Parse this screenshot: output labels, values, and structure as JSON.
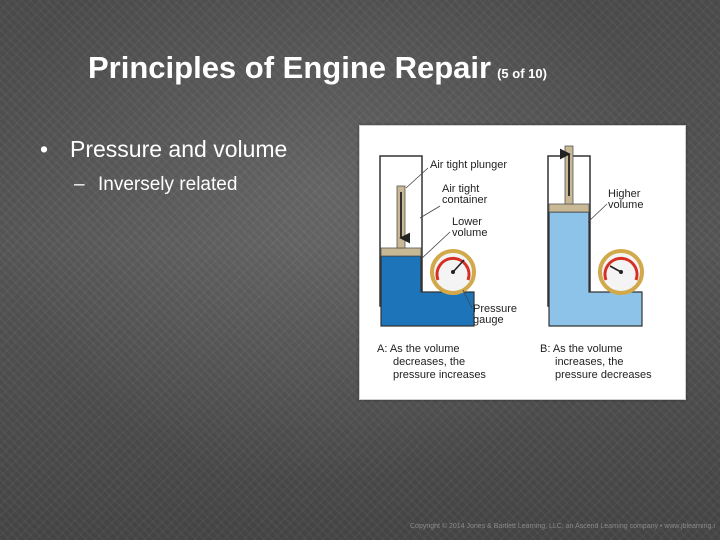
{
  "slide": {
    "title": "Principles of Engine Repair",
    "title_sub": "(5 of 10)",
    "bullets": [
      {
        "text": "Pressure and volume",
        "sub": [
          "Inversely related"
        ]
      }
    ],
    "bullet_glyph": "•",
    "sub_glyph": "–"
  },
  "figure": {
    "labels": {
      "plunger": "Air tight plunger",
      "container_1": "Air tight",
      "container_2": "container",
      "lower_1": "Lower",
      "lower_2": "volume",
      "higher_1": "Higher",
      "higher_2": "volume",
      "gauge_1": "Pressure",
      "gauge_2": "gauge"
    },
    "captions": {
      "a": [
        "A: As the volume",
        "decreases, the",
        "pressure increases"
      ],
      "b": [
        "B: As the volume",
        "increases, the",
        "pressure decreases"
      ]
    },
    "colors": {
      "dark_fluid": "#1d74b8",
      "light_fluid": "#8ec3e9",
      "plunger": "#c9b894",
      "gauge_ring": "#d2a94a"
    }
  },
  "footer": {
    "copyright": "Copyright © 2014 Jones & Bartlett Learning, LLC, an Ascend Learning company • www.jblearning.com"
  }
}
